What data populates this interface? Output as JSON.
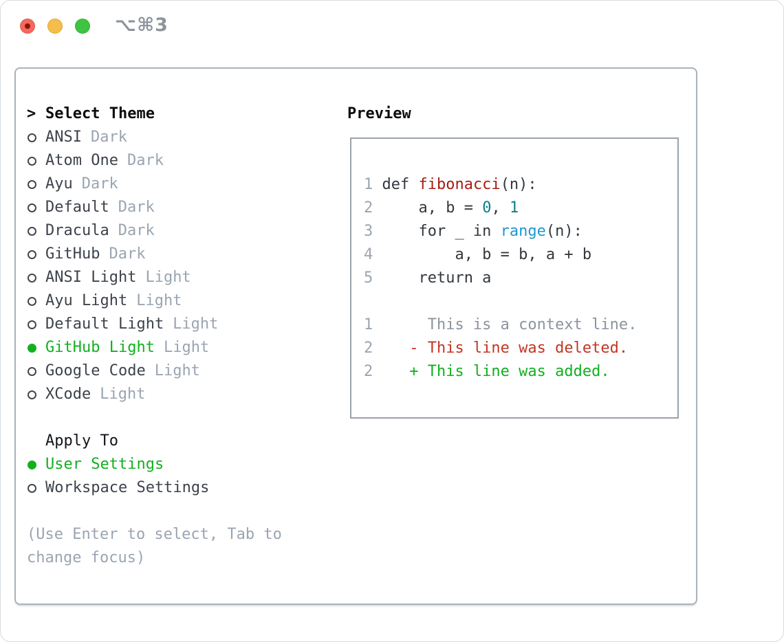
{
  "window": {
    "title": "⌥⌘3",
    "traffic_lights": [
      {
        "name": "close",
        "color": "#f2695e",
        "has_unsaved_dot": true,
        "dot_color": "#8c1407"
      },
      {
        "name": "minimize",
        "color": "#f5bd4a",
        "has_unsaved_dot": false
      },
      {
        "name": "zoom",
        "color": "#3ec441",
        "has_unsaved_dot": false
      }
    ]
  },
  "picker": {
    "prompt": ">",
    "title": "Select Theme",
    "items": [
      {
        "marker": "○",
        "label": "ANSI",
        "variant": "Dark",
        "selected": false
      },
      {
        "marker": "○",
        "label": "Atom One",
        "variant": "Dark",
        "selected": false
      },
      {
        "marker": "○",
        "label": "Ayu",
        "variant": "Dark",
        "selected": false
      },
      {
        "marker": "○",
        "label": "Default",
        "variant": "Dark",
        "selected": false
      },
      {
        "marker": "○",
        "label": "Dracula",
        "variant": "Dark",
        "selected": false
      },
      {
        "marker": "○",
        "label": "GitHub",
        "variant": "Dark",
        "selected": false
      },
      {
        "marker": "○",
        "label": "ANSI Light",
        "variant": "Light",
        "selected": false
      },
      {
        "marker": "○",
        "label": "Ayu Light",
        "variant": "Light",
        "selected": false
      },
      {
        "marker": "○",
        "label": "Default Light",
        "variant": "Light",
        "selected": false
      },
      {
        "marker": "●",
        "label": "GitHub Light",
        "variant": "Light",
        "selected": true
      },
      {
        "marker": "○",
        "label": "Google Code",
        "variant": "Light",
        "selected": false
      },
      {
        "marker": "○",
        "label": "XCode",
        "variant": "Light",
        "selected": false
      }
    ],
    "apply_to": {
      "title": "Apply To",
      "options": [
        {
          "marker": "●",
          "label": "User Settings",
          "selected": true
        },
        {
          "marker": "○",
          "label": "Workspace Settings",
          "selected": false
        }
      ]
    },
    "help_lines": [
      "(Use Enter to select, Tab to",
      "change focus)"
    ]
  },
  "preview": {
    "title": "Preview",
    "code_lines": [
      {
        "num": "1",
        "tokens": [
          {
            "text": "def ",
            "style": "plain"
          },
          {
            "text": "fibonacci",
            "style": "function"
          },
          {
            "text": "(n):",
            "style": "plain"
          }
        ]
      },
      {
        "num": "2",
        "tokens": [
          {
            "text": "    a, b = ",
            "style": "plain"
          },
          {
            "text": "0",
            "style": "number"
          },
          {
            "text": ", ",
            "style": "plain"
          },
          {
            "text": "1",
            "style": "number"
          }
        ]
      },
      {
        "num": "3",
        "tokens": [
          {
            "text": "    for _ in ",
            "style": "plain"
          },
          {
            "text": "range",
            "style": "builtin"
          },
          {
            "text": "(n):",
            "style": "plain"
          }
        ]
      },
      {
        "num": "4",
        "tokens": [
          {
            "text": "        a, b = b, a + b",
            "style": "plain"
          }
        ]
      },
      {
        "num": "5",
        "tokens": [
          {
            "text": "    return a",
            "style": "plain"
          }
        ]
      },
      {
        "num": "",
        "tokens": []
      },
      {
        "num": "1",
        "tokens": [
          {
            "text": "     This is a context line.",
            "style": "context"
          }
        ]
      },
      {
        "num": "2",
        "tokens": [
          {
            "text": "   - This line was deleted.",
            "style": "deleted"
          }
        ]
      },
      {
        "num": "2",
        "tokens": [
          {
            "text": "   + This line was added.",
            "style": "added"
          }
        ]
      }
    ]
  },
  "colors": {
    "selected_green": "#12b01f",
    "added_green": "#12b01f",
    "deleted_red": "#c43522",
    "function_red": "#a61d11",
    "number_teal": "#0e7e87",
    "builtin_blue": "#1e96d2",
    "context_gray": "#8b949e",
    "muted_gray": "#9aa5b2",
    "text_dark": "#3d434b",
    "panel_border": "#abb2bb",
    "preview_border": "#99a2ac"
  }
}
